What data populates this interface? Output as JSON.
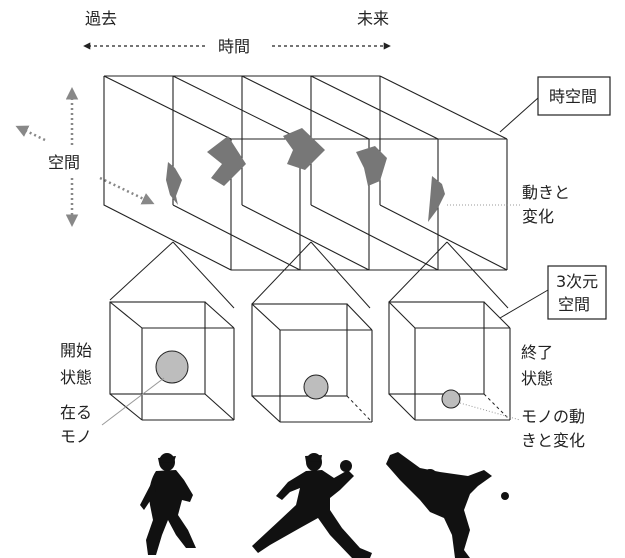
{
  "time_axis": {
    "past": "過去",
    "label": "時間",
    "future": "未来"
  },
  "space_label": "空間",
  "spacetime_label": "時空間",
  "motion_label": [
    "動きと",
    "変化"
  ],
  "space3d_label": [
    "3次元",
    "空間"
  ],
  "start_state": [
    "開始",
    "状態"
  ],
  "end_state": [
    "終了",
    "状態"
  ],
  "object_label": [
    "在る",
    "モノ"
  ],
  "object_motion_label": [
    "モノの動",
    "きと変化"
  ],
  "colors": {
    "line": "#222222",
    "arrow": "#777777",
    "ball": "#bdbdbd",
    "silhouette": "#111111"
  }
}
